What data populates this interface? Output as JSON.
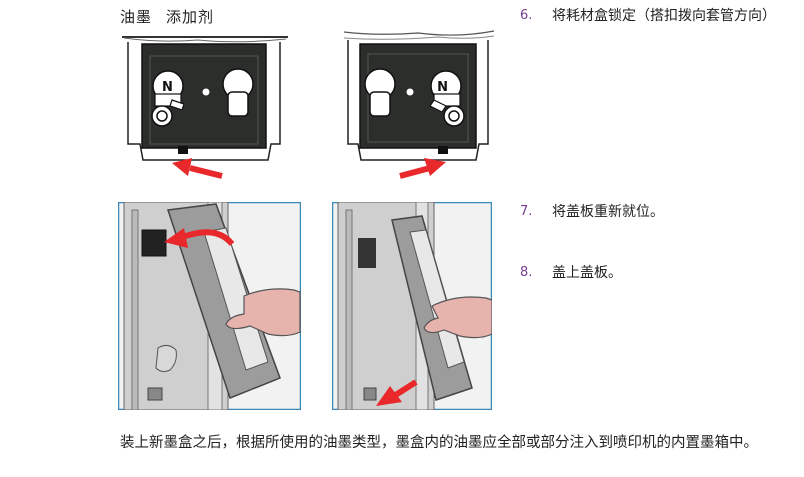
{
  "top_labels": {
    "ink": "油墨",
    "additive": "添加剂"
  },
  "steps": [
    {
      "number": "6.",
      "text": "将耗材盒锁定（搭扣拨向套管方向）"
    },
    {
      "number": "7.",
      "text": "将盖板重新就位。"
    },
    {
      "number": "8.",
      "text": "盖上盖板。"
    }
  ],
  "caption": "装上新墨盒之后，根据所使用的油墨类型，墨盒内的油墨应全部或部分注入到喷印机的内置墨箱中。",
  "figures": {
    "cartridge_marking_left": "N",
    "cartridge_marking_right": "N"
  },
  "colors": {
    "arrow": "#e8282a",
    "panel_border": "#3a88b6",
    "step_number": "#7a3d8f",
    "hand": "#e7b3ad"
  }
}
